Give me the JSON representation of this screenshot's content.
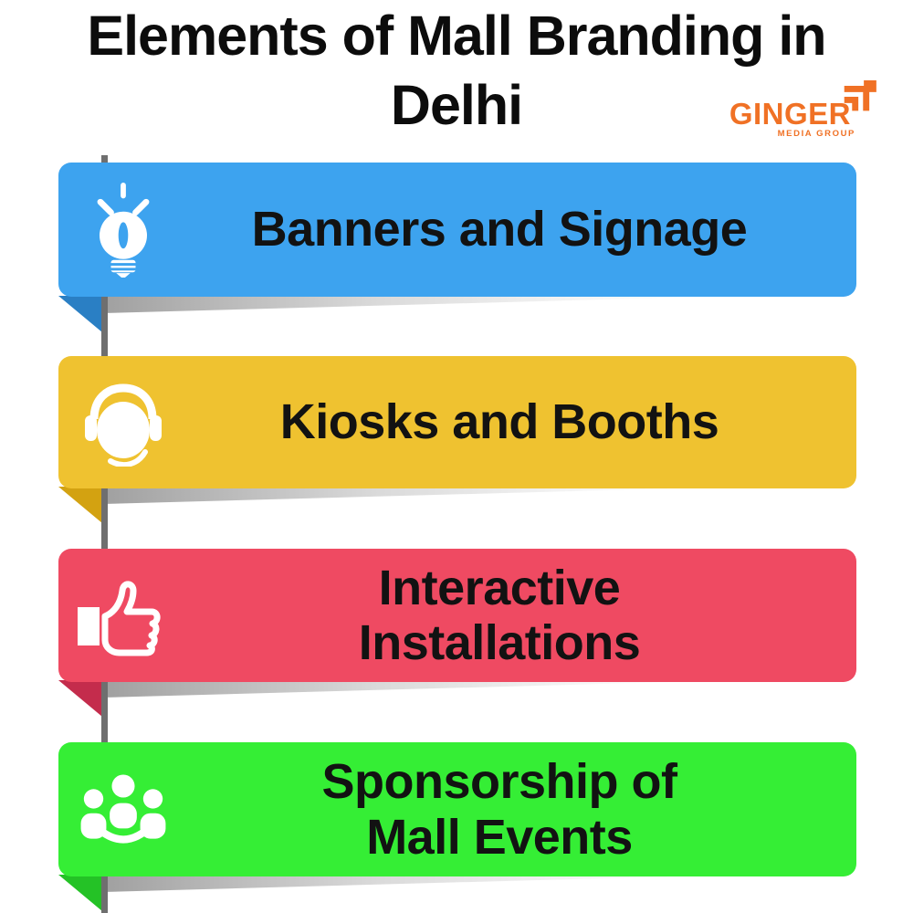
{
  "header": {
    "title_lines": [
      "Elements of Mall Branding in",
      "Delhi"
    ],
    "title_color": "#0C0C0C"
  },
  "logo": {
    "name": "GINGER",
    "subtitle": "MEDIA GROUP",
    "color": "#F07125"
  },
  "banners": [
    {
      "lines": [
        "Banners and Signage"
      ],
      "icon": "lightbulb-icon",
      "color": "#3DA3EF",
      "fold_color": "#2A7FC4"
    },
    {
      "lines": [
        "Kiosks and Booths"
      ],
      "icon": "headset-icon",
      "color": "#EFC230",
      "fold_color": "#D3A211"
    },
    {
      "lines": [
        "Interactive",
        "Installations"
      ],
      "icon": "thumbs-up-icon",
      "color": "#EF4A62",
      "fold_color": "#C42C4C"
    },
    {
      "lines": [
        "Sponsorship of",
        "Mall Events"
      ],
      "icon": "people-group-icon",
      "color": "#35EE35",
      "fold_color": "#24C226"
    }
  ],
  "decorations": {
    "rod_color": "#6F6F6F",
    "shadow_start_color": "#A0A0A0",
    "text_color": "#121212"
  }
}
